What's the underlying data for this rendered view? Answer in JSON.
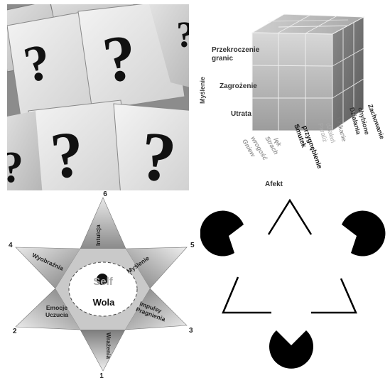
{
  "panels": {
    "question_cards": {
      "glyph": "?"
    },
    "cube": {
      "vertical_axis": "Myślenie",
      "row_labels": [
        "Przekroczenie",
        "granic",
        "Zagrożenie",
        "Utrata"
      ],
      "side_labels": [
        "Gniew",
        "wrogość",
        "Strach",
        "lęk",
        "Smutek",
        "przygnębienie",
        "Paraliż",
        "działań",
        "Unikanie",
        "Działania",
        "chybione",
        "Zachowanie"
      ],
      "front_axis": "Afekt"
    },
    "star": {
      "points": [
        "6",
        "5",
        "3",
        "1",
        "2",
        "4"
      ],
      "segments": [
        "Intuicja",
        "Myślenie",
        "Impulsy",
        "Pragnienia",
        "Wrażenia",
        "Emocje",
        "Uczucia",
        "Wyobraźnia"
      ],
      "center_top": "Self",
      "center_bottom": "Wola"
    },
    "kanizsa": {
      "shape": "illusory-triangle"
    }
  }
}
